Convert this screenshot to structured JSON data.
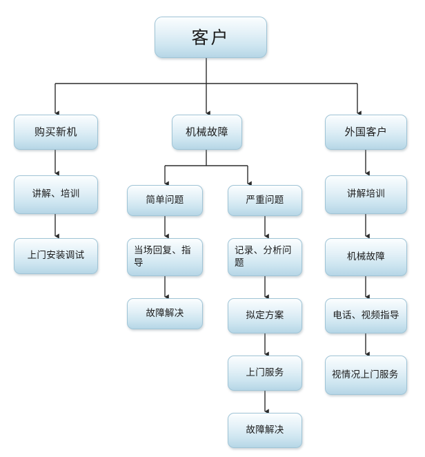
{
  "diagram": {
    "title_node": {
      "label": "客户"
    },
    "branches": [
      {
        "name": "purchase",
        "root": {
          "label": "购买新机"
        },
        "steps": [
          {
            "label": "讲解、培训"
          },
          {
            "label": "上门安装调试"
          }
        ]
      },
      {
        "name": "mechanical-fault",
        "root": {
          "label": "机械故障"
        },
        "sub_branches": [
          {
            "name": "simple-issue",
            "root": {
              "label": "简单问题"
            },
            "steps": [
              {
                "label": "当场回复、指导"
              },
              {
                "label": "故障解决"
              }
            ]
          },
          {
            "name": "severe-issue",
            "root": {
              "label": "严重问题"
            },
            "steps": [
              {
                "label": "记录、分析问题"
              },
              {
                "label": "拟定方案"
              },
              {
                "label": "上门服务"
              },
              {
                "label": "故障解决"
              }
            ]
          }
        ]
      },
      {
        "name": "foreign-customer",
        "root": {
          "label": "外国客户"
        },
        "steps": [
          {
            "label": "讲解培训"
          },
          {
            "label": "机械故障"
          },
          {
            "label": "电话、视频指导"
          },
          {
            "label": "视情况上门服务"
          }
        ]
      }
    ]
  },
  "style": {
    "box_border": "#9fc4d6",
    "box_fill_top": "#fcfeff",
    "box_fill_bottom": "#b6d6e6",
    "connector": "#2b2b2b",
    "text": "#1a1a1a",
    "background": "#ffffff"
  }
}
